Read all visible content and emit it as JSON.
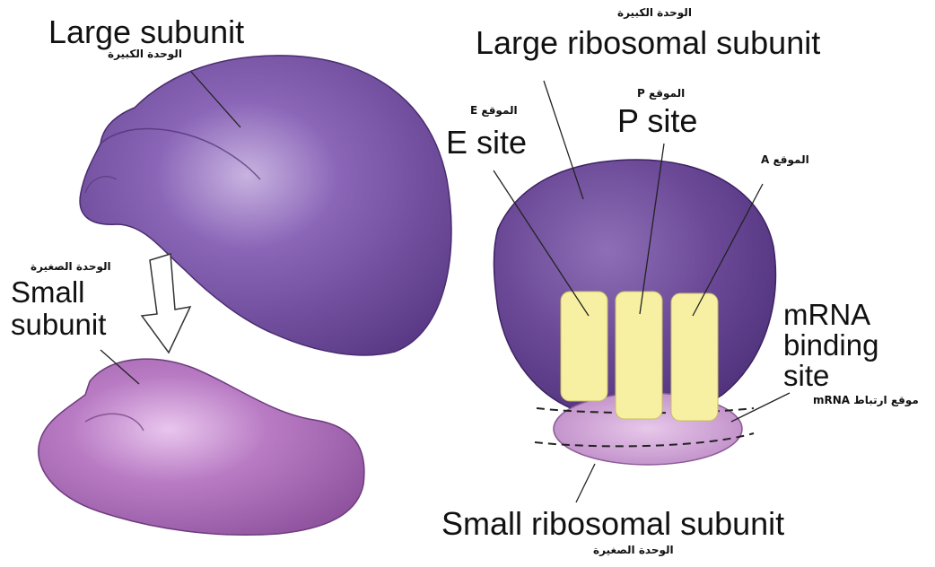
{
  "left": {
    "large_label": "Large subunit",
    "large_label_ar": "الوحدة الكبيرة",
    "small_label_ar": "الوحدة الصغيرة",
    "small_label_line1": "Small",
    "small_label_line2": "subunit"
  },
  "right": {
    "large_label_ar": "الوحدة الكبيرة",
    "large_label": "Large ribosomal subunit",
    "p_site_ar": "الموقع P",
    "p_site": "P site",
    "e_site_ar": "الموقع E",
    "e_site": "E site",
    "a_site_ar": "الموقع A",
    "mrna_line1": "mRNA",
    "mrna_line2": "binding",
    "mrna_line3": "site",
    "mrna_ar": "موقع ارتباط mRNA",
    "small_label": "Small ribosomal subunit",
    "small_label_ar": "الوحدة الصغيرة"
  },
  "colors": {
    "large_subunit": "#6f4a9e",
    "small_subunit": "#b777c2",
    "site_block": "#f7f0a2",
    "arrow_fill": "#ffffff"
  }
}
